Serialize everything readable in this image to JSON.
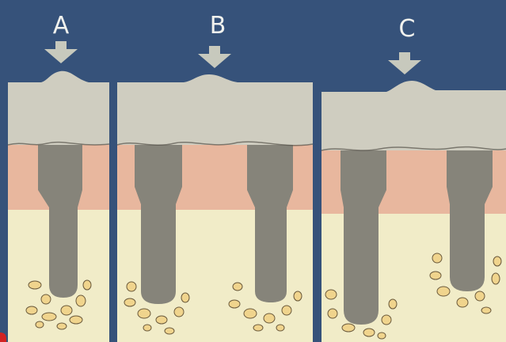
{
  "labels": {
    "a": "A",
    "b": "B",
    "c": "C"
  },
  "palette": {
    "background_blue": "#36527a",
    "upper_layer_gray": "#cfcdc0",
    "middle_layer_pink": "#e8b79e",
    "lower_layer_cream": "#f1ecc8",
    "fill_gray": "#86847a",
    "arrow_gray": "#c7c9bd",
    "particle_yellow": "#f0d48d",
    "particle_outline": "#6b5a3c",
    "edge_red": "#d22222"
  },
  "icons": {
    "arrow": "arrow-down-icon",
    "particle": "particle-cluster"
  }
}
